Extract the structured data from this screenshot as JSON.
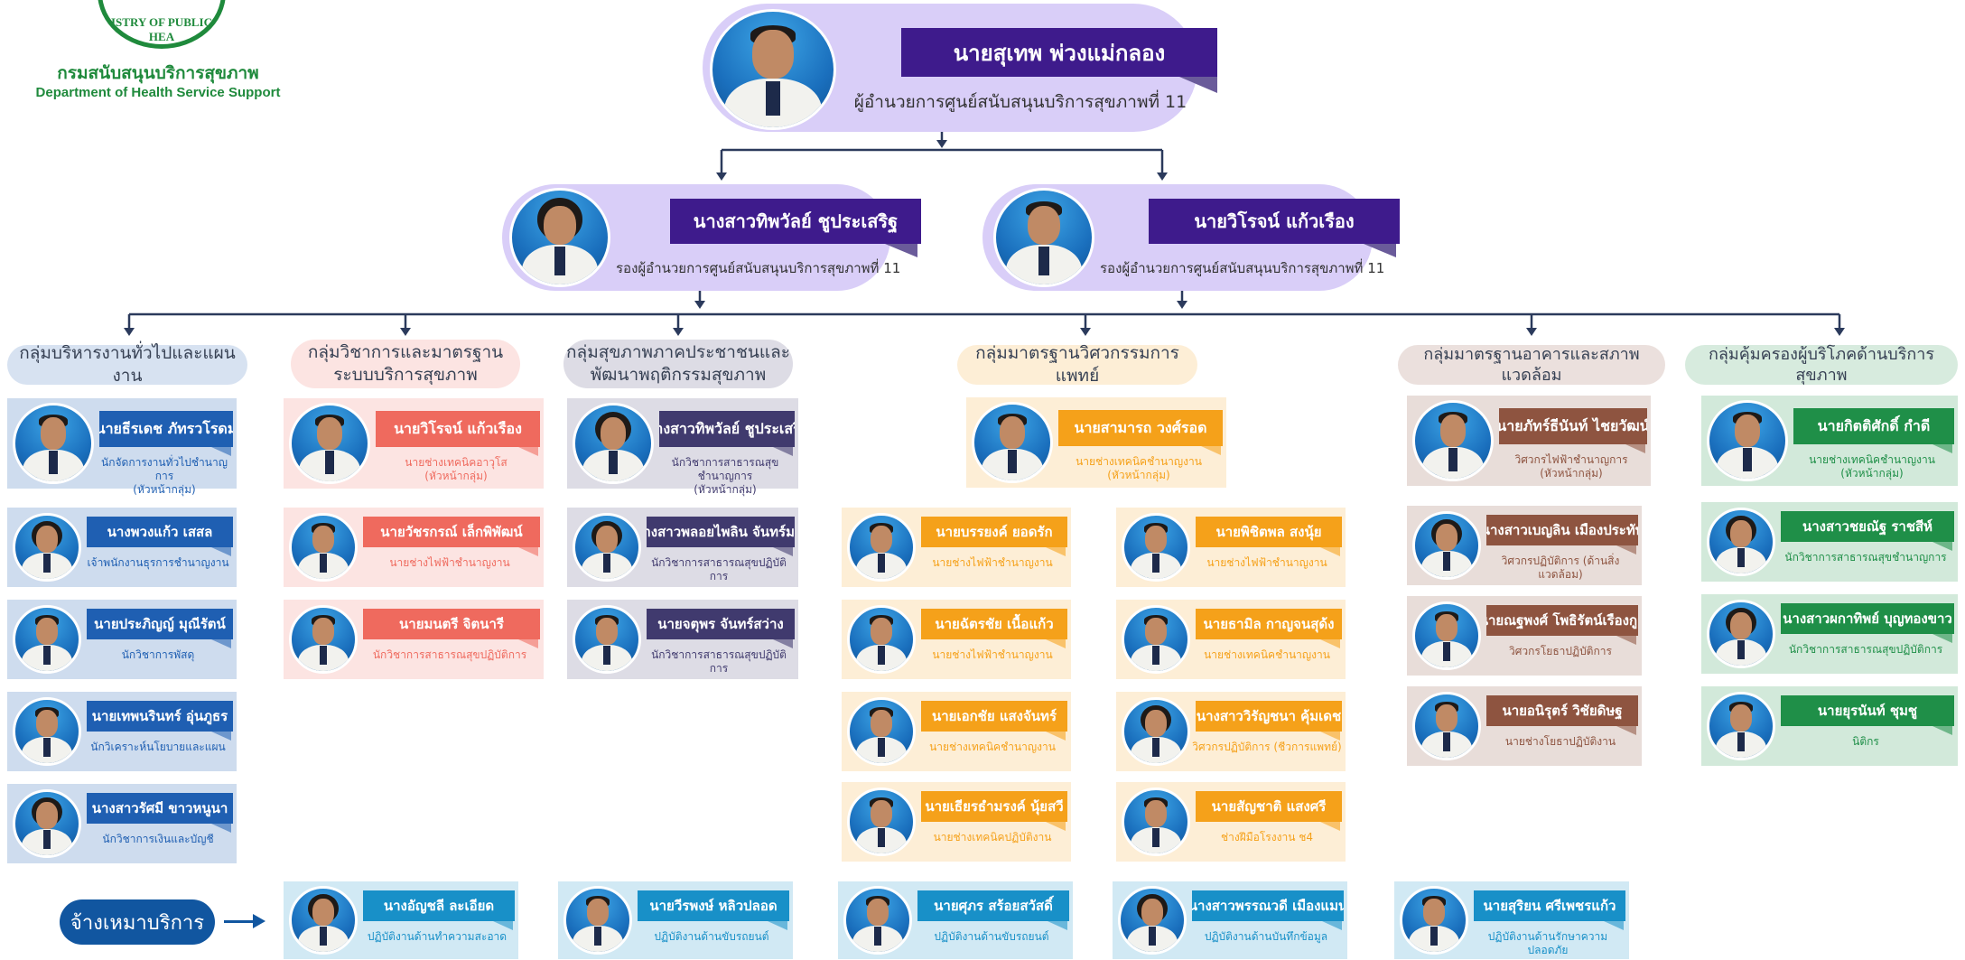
{
  "logo": {
    "ring_text": "ISTRY OF PUBLIC HEA",
    "name_th": "กรมสนับสนุนบริการสุขภาพ",
    "name_en": "Department of Health Service Support"
  },
  "director": {
    "name": "นายสุเทพ พ่วงแม่กลอง",
    "title": "ผู้อำนวยการศูนย์สนับสนุนบริการสุขภาพที่ 11"
  },
  "deputies": [
    {
      "name": "นางสาวทิพวัลย์  ชูประเสริฐ",
      "title": "รองผู้อำนวยการศูนย์สนับสนุนบริการสุขภาพที่ 11"
    },
    {
      "name": "นายวิโรจน์ แก้วเรือง",
      "title": "รองผู้อำนวยการศูนย์สนับสนุนบริการสุขภาพที่ 11"
    }
  ],
  "groups": [
    {
      "name": "กลุ่มบริหารงานทั่วไปและแผนงาน",
      "color": "#1f5fb2"
    },
    {
      "name": "กลุ่มวิชาการและมาตรฐาน\nระบบบริการสุขภาพ",
      "color": "#ef6a5e"
    },
    {
      "name": "กลุ่มสุขภาพภาคประชาชนและ\nพัฒนาพฤติกรรมสุขภาพ",
      "color": "#403a6e"
    },
    {
      "name": "กลุ่มมาตรฐานวิศวกรรมการแพทย์",
      "color": "#f5a11a"
    },
    {
      "name": "กลุ่มมาตรฐานอาคารและสภาพแวดล้อม",
      "color": "#8e5440"
    },
    {
      "name": "กลุ่มคุ้มครองผู้บริโภคด้านบริการสุขภาพ",
      "color": "#1f8f48"
    }
  ],
  "members": {
    "g1": [
      {
        "name": "นายธีรเดช ภัทรวโรดม",
        "title": "นักจัดการงานทั่วไปชำนาญการ\n(หัวหน้ากลุ่ม)"
      },
      {
        "name": "นางพวงแก้ว เสสล",
        "title": "เจ้าพนักงานธุรการชำนาญงาน"
      },
      {
        "name": "นายประภิญญ์ มุณีรัตน์",
        "title": "นักวิชาการพัสดุ"
      },
      {
        "name": "นายเทพนรินทร์ อุ่นภูธร",
        "title": "นักวิเคราะห์นโยบายและแผน"
      },
      {
        "name": "นางสาวรัศมี ขาวหนูนา",
        "title": "นักวิชาการเงินและบัญชี"
      }
    ],
    "g2": [
      {
        "name": "นายวิโรจน์ แก้วเรือง",
        "title": "นายช่างเทคนิคอาวุโส\n(หัวหน้ากลุ่ม)"
      },
      {
        "name": "นายวัชรกรณ์ เล็กพิพัฒน์",
        "title": "นายช่างไฟฟ้าชำนาญงาน"
      },
      {
        "name": "นายมนตรี จิตนารี",
        "title": "นักวิชาการสาธารณสุขปฏิบัติการ"
      }
    ],
    "g3": [
      {
        "name": "นางสาวทิพวัลย์  ชูประเสริฐ",
        "title": "นักวิชาการสาธารณสุขชำนาญการ\n(หัวหน้ากลุ่ม)"
      },
      {
        "name": "นางสาวพลอยไพลิน จันทร์มณี",
        "title": "นักวิชาการสาธารณสุขปฏิบัติการ"
      },
      {
        "name": "นายจตุพร จันทร์สว่าง",
        "title": "นักวิชาการสาธารณสุขปฏิบัติการ"
      }
    ],
    "g4": [
      {
        "name": "นายสามารถ วงศ์รอด",
        "title": "นายช่างเทคนิคชำนาญงาน\n(หัวหน้ากลุ่ม)"
      },
      {
        "name": "นายบรรยงค์ ยอดรัก",
        "title": "นายช่างไฟฟ้าชำนาญงาน"
      },
      {
        "name": "นายพิชิตพล สงนุ้ย",
        "title": "นายช่างไฟฟ้าชำนาญงาน"
      },
      {
        "name": "นายฉัตรชัย เนื้อแก้ว",
        "title": "นายช่างไฟฟ้าชำนาญงาน"
      },
      {
        "name": "นายธามิล กาญจนสุด้ง",
        "title": "นายช่างเทคนิคชำนาญงาน"
      },
      {
        "name": "นายเอกชัย แสงจันทร์",
        "title": "นายช่างเทคนิคชำนาญงาน"
      },
      {
        "name": "นางสาววิรัญชนา คุ้มเดช",
        "title": "วิศวกรปฏิบัติการ (ชีวการแพทย์)"
      },
      {
        "name": "นายเธียรธำมรงค์ นุ้ยสวี",
        "title": "นายช่างเทคนิคปฏิบัติงาน"
      },
      {
        "name": "นายสัญชาติ แสงศรี",
        "title": "ช่างฝีมือโรงงาน ช4"
      }
    ],
    "g5": [
      {
        "name": "นายภัทร์ธีนันท์ ไชยวัฒน์",
        "title": "วิศวกรไฟฟ้าชำนาญการ\n(หัวหน้ากลุ่ม)"
      },
      {
        "name": "นางสาวเบญลิน เมืองประทับ",
        "title": "วิศวกรปฏิบัติการ (ด้านสิ่งแวดล้อม)"
      },
      {
        "name": "นายณฐพงศ์ โพธิรัตน์เรืองกูล",
        "title": "วิศวกรโยธาปฏิบัติการ"
      },
      {
        "name": "นายอนิรุตร์ วิชัยดิษฐ",
        "title": "นายช่างโยธาปฏิบัติงาน"
      }
    ],
    "g6": [
      {
        "name": "นายกิตติศักดิ์ กำดี",
        "title": "นายช่างเทคนิคชำนาญงาน\n(หัวหน้ากลุ่ม)"
      },
      {
        "name": "นางสาวชยณัฐ ราชสีห์",
        "title": "นักวิชาการสาธารณสุขชำนาญการ"
      },
      {
        "name": "นางสาวผกาทิพย์ บุญทองขาว",
        "title": "นักวิชาการสาธารณสุขปฏิบัติการ"
      },
      {
        "name": "นายยุรนันท์ ชุมชู",
        "title": "นิติกร"
      }
    ]
  },
  "contract": {
    "label": "จ้างเหมาบริการ",
    "color": "#1890c8",
    "items": [
      {
        "name": "นางอัญชลี ละเอียด",
        "title": "ปฏิบัติงานด้านทำความสะอาด"
      },
      {
        "name": "นายวีรพงษ์ หลิวปลอด",
        "title": "ปฏิบัติงานด้านขับรถยนต์"
      },
      {
        "name": "นายศุภร สร้อยสวัสดิ์",
        "title": "ปฏิบัติงานด้านขับรถยนต์"
      },
      {
        "name": "นางสาวพรรณวดี เมืองแมน",
        "title": "ปฏิบัติงานด้านบันทึกข้อมูล"
      },
      {
        "name": "นายสุริยน ศรีเพชรแก้ว",
        "title": "ปฏิบัติงานด้านรักษาความปลอดภัย"
      }
    ]
  }
}
